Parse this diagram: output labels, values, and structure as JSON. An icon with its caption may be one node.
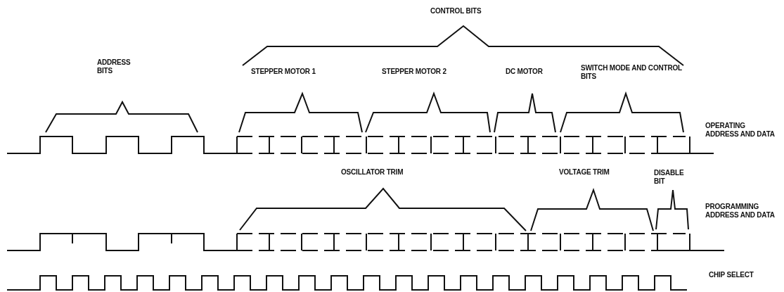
{
  "diagram": {
    "labels": [
      "CONTROL BITS",
      "ADDRESS BITS",
      "STEPPER MOTOR 1",
      "STEPPER MOTOR 2",
      "DC MOTOR",
      "SWITCH MODE AND CONTROL BITS",
      "OPERATING ADDRESS AND DATA",
      "OSCILLATOR TRIM",
      "VOLTAGE TRIM",
      "DISABLE BIT",
      "PROGRAMMING ADDRESS AND DATA",
      "CHIP SELECT"
    ]
  }
}
